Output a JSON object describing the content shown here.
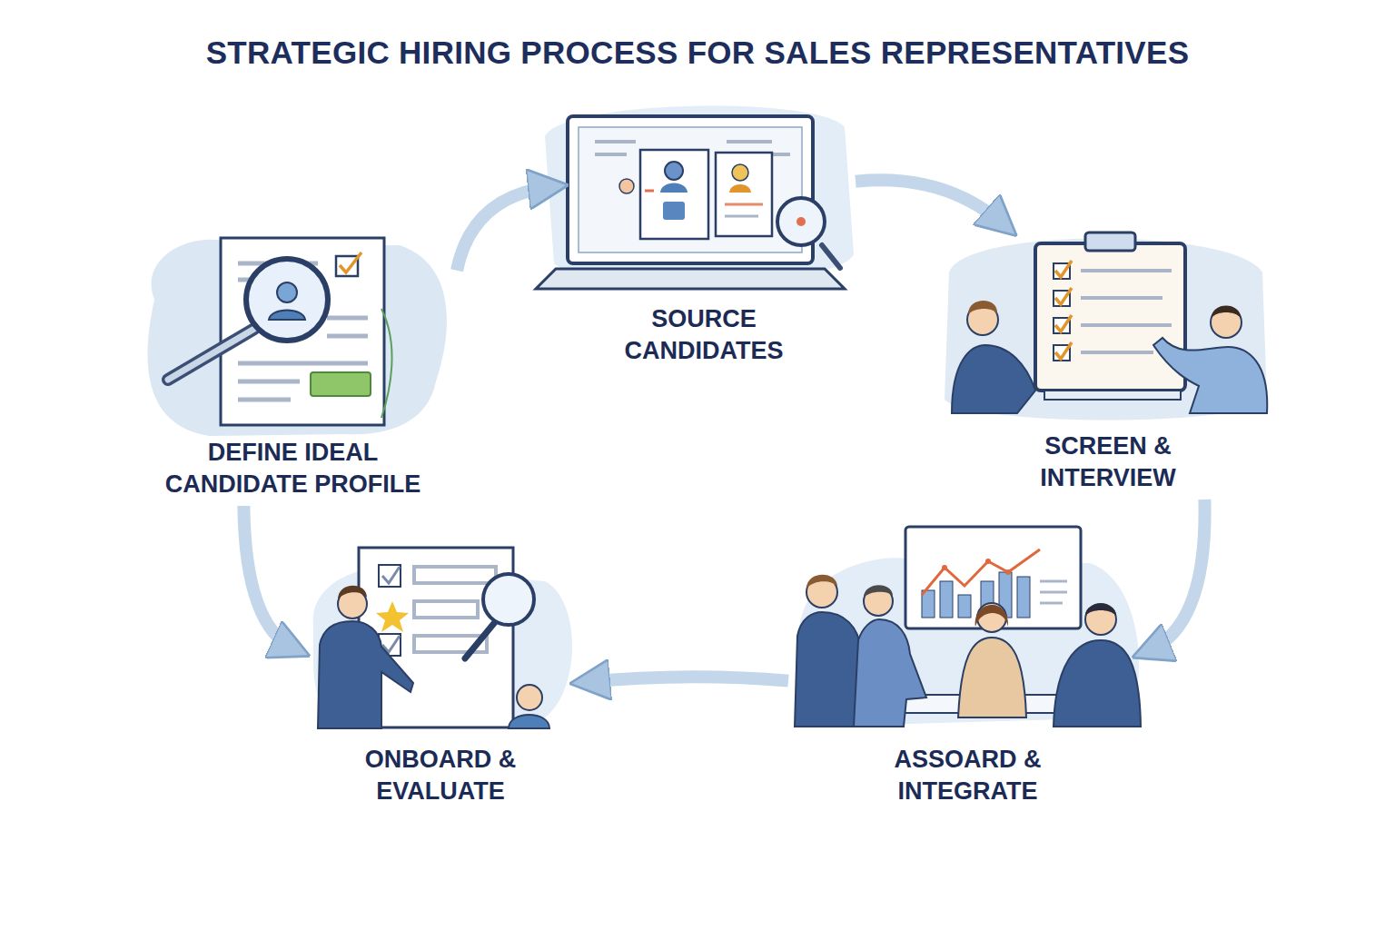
{
  "diagram": {
    "title": "STRATEGIC HIRING PROCESS FOR SALES REPRESENTATIVES",
    "nodes": [
      {
        "text": [
          "SOURCE CANDIDATES"
        ]
      },
      {
        "text": [
          "DEFINE IDEAL CANDIDATE PROFILE"
        ]
      },
      {
        "text": [
          "SCREEN & INTERVIEW"
        ]
      },
      {
        "text": [
          "ONBOARD & EVALUATE"
        ]
      },
      {
        "text": [
          "ASSOARD & INTEGRATE"
        ]
      }
    ],
    "edges": [
      {
        "from": 1,
        "to": 0,
        "arrow": "to"
      },
      {
        "from": 0,
        "to": 2,
        "arrow": "to"
      },
      {
        "from": 2,
        "to": 4,
        "arrow": "to"
      },
      {
        "from": 4,
        "to": 3,
        "arrow": "to"
      },
      {
        "from": 1,
        "to": 3,
        "arrow": "to"
      }
    ]
  }
}
